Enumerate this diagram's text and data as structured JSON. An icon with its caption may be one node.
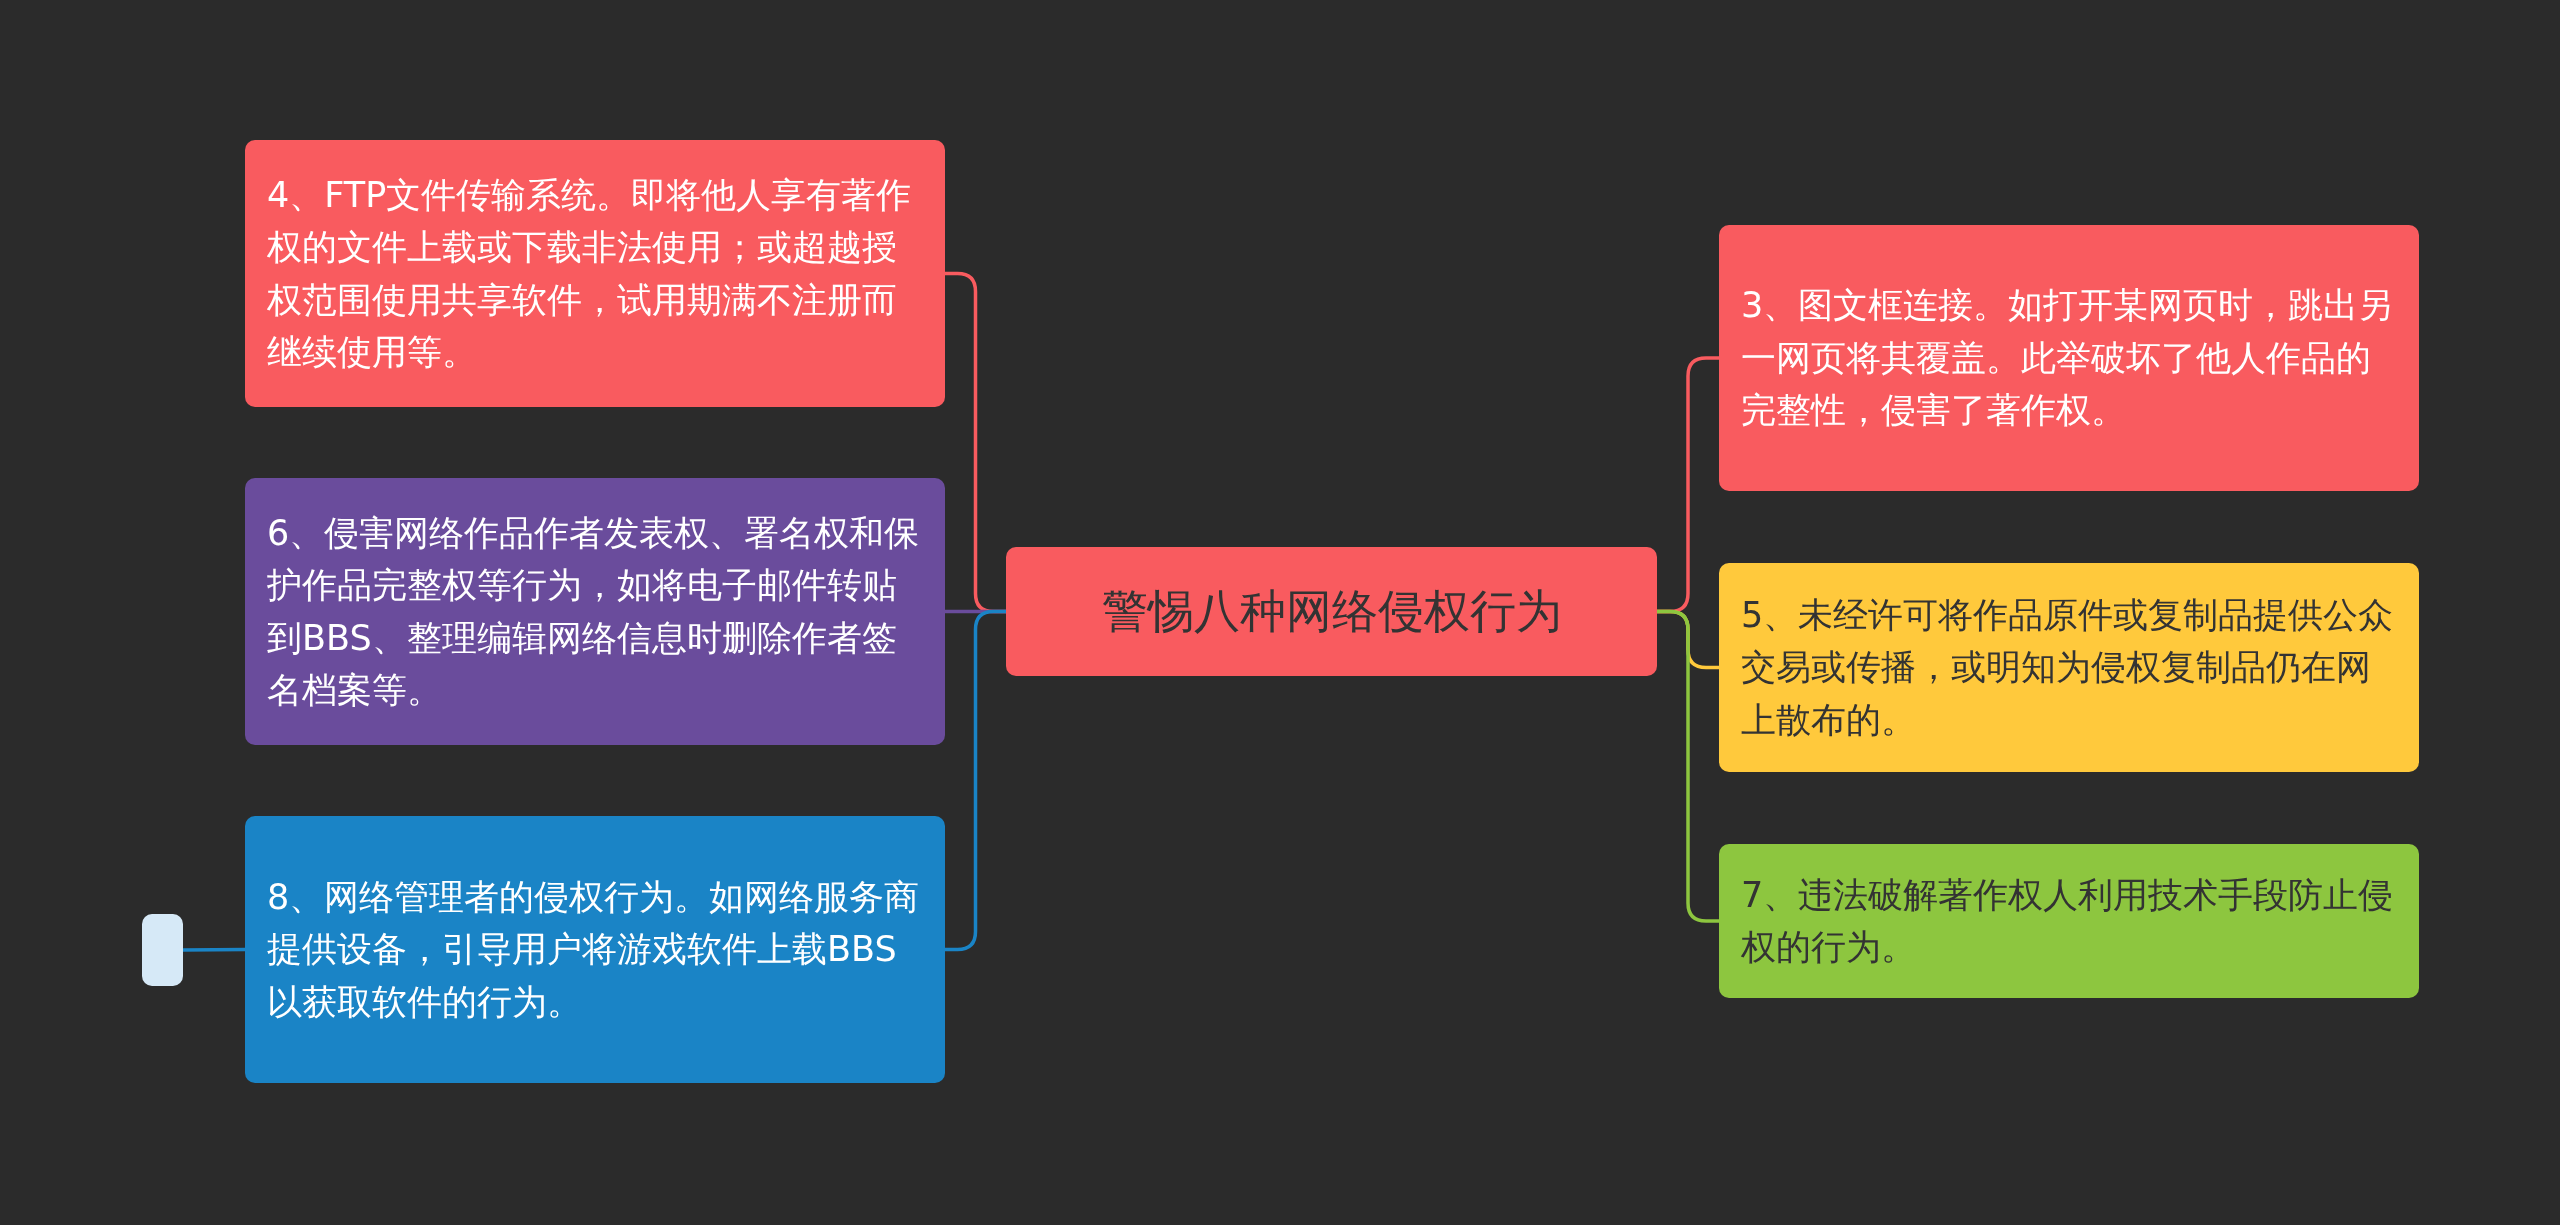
{
  "diagram": {
    "nodes": [
      {
        "text": [
          "警惕八种网络侵权行为"
        ]
      },
      {
        "text": [
          "4、FTP文件传输系统。即将他人享有著作权的文件上载或下载非法使用；或超越授权范围使用共享软件，试用期满不注册而继续使用等。"
        ]
      },
      {
        "text": [
          "6、侵害网络作品作者发表权、署名权和保护作品完整权等行为，如将电子邮件转贴到BBS、整理编辑网络信息时删除作者签名档案等。"
        ]
      },
      {
        "text": [
          "8、网络管理者的侵权行为。如网络服务商提供设备，引导用户将游戏软件上载BBS以获取软件的行为。"
        ]
      },
      {
        "text": [],
        "shape": "box"
      },
      {
        "text": [
          "3、图文框连接。如打开某网页时，跳出另一网页将其覆盖。此举破坏了他人作品的完整性，侵害了著作权。"
        ]
      },
      {
        "text": [
          "5、未经许可将作品原件或复制品提供公众交易或传播，或明知为侵权复制品仍在网上散布的。"
        ]
      },
      {
        "text": [
          "7、违法破解著作权人利用技术手段防止侵权的行为。"
        ]
      }
    ],
    "edges": [
      {
        "from": 0,
        "to": 1,
        "arrow": "none",
        "color": "#f95b5f"
      },
      {
        "from": 0,
        "to": 2,
        "arrow": "none",
        "color": "#6a4c9c"
      },
      {
        "from": 0,
        "to": 3,
        "arrow": "none",
        "color": "#1a84c6"
      },
      {
        "from": 3,
        "to": 4,
        "arrow": "none",
        "color": "#1a84c6"
      },
      {
        "from": 0,
        "to": 5,
        "arrow": "none",
        "color": "#f95b5f"
      },
      {
        "from": 0,
        "to": 6,
        "arrow": "none",
        "color": "#ffc93c"
      },
      {
        "from": 0,
        "to": 7,
        "arrow": "none",
        "color": "#8dc63f"
      }
    ]
  }
}
